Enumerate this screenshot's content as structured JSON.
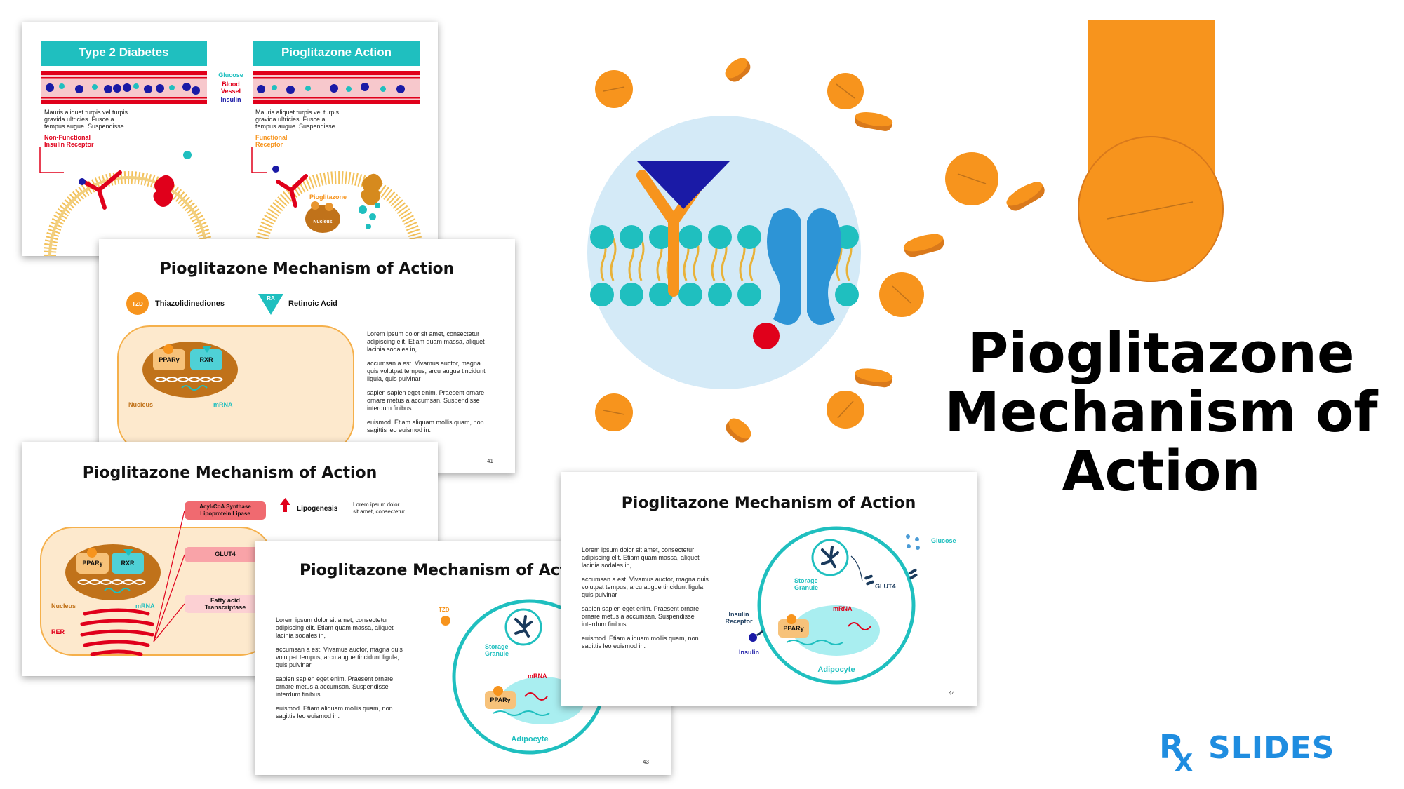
{
  "slide1": {
    "left_header": "Type 2 Diabetes",
    "right_header": "Pioglitazone Action",
    "legend_glucose": "Glucose",
    "legend_vessel_line1": "Blood",
    "legend_vessel_line2": "Vessel",
    "legend_insulin": "Insulin",
    "left_text": [
      "Mauris aliquet turpis vel turpis",
      "gravida ultricies. Fusce a",
      "tempus augue. Suspendisse"
    ],
    "right_text": [
      "Mauris aliquet turpis vel turpis",
      "gravida ultricies. Fusce a",
      "tempus augue. Suspendisse"
    ],
    "left_receptor_line1": "Non-Functional",
    "left_receptor_line2": "Insulin Receptor",
    "right_receptor_line1": "Functional",
    "right_receptor_line2": "Receptor",
    "pioglitazone": "Pioglitazone",
    "nucleus": "Nucleus"
  },
  "slide2": {
    "title": "Pioglitazone Mechanism of Action",
    "tzd_badge": "TZD",
    "tzd_label": "Thiazolidinediones",
    "ra_badge": "RA",
    "ra_label": "Retinoic Acid",
    "ppar": "PPARγ",
    "rxr": "RXR",
    "nucleus": "Nucleus",
    "mrna": "mRNA",
    "paragraphs": [
      "Lorem ipsum dolor sit amet, consectetur adipiscing elit. Etiam quam massa, aliquet lacinia sodales in,",
      "accumsan a est. Vivamus auctor, magna quis volutpat tempus, arcu augue tincidunt ligula, quis pulvinar",
      "sapien sapien eget enim. Praesent ornare ornare metus a accumsan. Suspendisse interdum finibus",
      "euismod. Etiam aliquam mollis quam, non sagittis leo euismod in."
    ],
    "page": "41"
  },
  "slide3": {
    "title": "Pioglitazone Mechanism of Action",
    "acyl_line1": "Acyl-CoA Synthase",
    "acyl_line2": "Lipoprotein Lipase",
    "lipogenesis": "Lipogenesis",
    "side_text_line1": "Lorem ipsum dolor",
    "side_text_line2": "sit amet, consectetur",
    "glut4": "GLUT4",
    "fatty_line1": "Fatty acid",
    "fatty_line2": "Transcriptase",
    "ppar": "PPARγ",
    "rxr": "RXR",
    "nucleus": "Nucleus",
    "mrna": "mRNA",
    "rer": "RER"
  },
  "slide4": {
    "title": "Pioglitazone Mechanism of Action",
    "tzd": "TZD",
    "storage_line1": "Storage",
    "storage_line2": "Granule",
    "mrna": "mRNA",
    "ppar": "PPARγ",
    "adipocyte": "Adipocyte",
    "paragraphs": [
      "Lorem ipsum dolor sit amet, consectetur adipiscing elit. Etiam quam massa, aliquet lacinia sodales in,",
      "accumsan a est. Vivamus auctor, magna quis volutpat tempus, arcu augue tincidunt ligula, quis pulvinar",
      "sapien sapien eget enim. Praesent ornare ornare metus a accumsan. Suspendisse interdum finibus",
      "euismod. Etiam aliquam mollis quam, non sagittis leo euismod in."
    ],
    "page": "43"
  },
  "slide5": {
    "title": "Pioglitazone Mechanism of Action",
    "paragraphs": [
      "Lorem ipsum dolor sit amet, consectetur adipiscing elit. Etiam quam massa, aliquet lacinia sodales in,",
      "accumsan a est. Vivamus auctor, magna quis volutpat tempus, arcu augue tincidunt ligula, quis pulvinar",
      "sapien sapien eget enim. Praesent ornare ornare metus a accumsan. Suspendisse interdum finibus",
      "euismod. Etiam aliquam mollis quam, non sagittis leo euismod in."
    ],
    "glucose": "Glucose",
    "storage_line1": "Storage",
    "storage_line2": "Granule",
    "glut4": "GLUT4",
    "receptor_line1": "Insulin",
    "receptor_line2": "Receptor",
    "insulin": "Insulin",
    "mrna": "mRNA",
    "ppar": "PPARγ",
    "adipocyte": "Adipocyte",
    "page": "44"
  },
  "hero": {
    "title_line1": "Pioglitazone",
    "title_line2": "Mechanism of",
    "title_line3": "Action"
  },
  "logo": {
    "rx_r": "R",
    "rx_x": "X",
    "slides": "SLIDES"
  },
  "colors": {
    "teal": "#1fbfbf",
    "orange": "#f7941d",
    "blue": "#1a1aa6",
    "red": "#e0001b",
    "logo_blue": "#1f8de0"
  }
}
